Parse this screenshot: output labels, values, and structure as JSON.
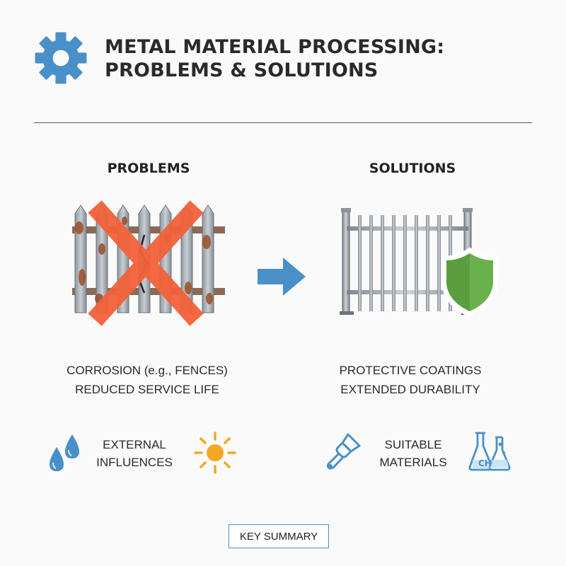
{
  "header": {
    "title_line1": "METAL MATERIAL PROCESSING:",
    "title_line2": "PROBLEMS & SOLUTIONS",
    "icon": "gear-icon"
  },
  "problems": {
    "heading": "PROBLEMS",
    "image": "rusted-cracked-fence-crossed-out",
    "desc_line1": "CORROSION (e.g., FENCES)",
    "desc_line2": "REDUCED SERVICE LIFE",
    "influence_line1": "EXTERNAL",
    "influence_line2": "INFLUENCES",
    "icons": [
      "water-drops-icon",
      "sun-icon"
    ]
  },
  "solutions": {
    "heading": "SOLUTIONS",
    "image": "protected-steel-fence-with-shield",
    "desc_line1": "PROTECTIVE COATINGS",
    "desc_line2": "EXTENDED DURABILITY",
    "materials_line1": "SUITABLE",
    "materials_line2": "MATERIALS",
    "icons": [
      "paint-brush-icon",
      "chemistry-flasks-icon"
    ],
    "flask_text": "CH"
  },
  "footer": {
    "summary_label": "KEY SUMMARY"
  },
  "colors": {
    "gear": "#4a90c8",
    "cross": "#f2623a",
    "arrow": "#4a90c8",
    "shield": "#6ab04c",
    "sun": "#f5a623",
    "accent_blue": "#4a90c8"
  }
}
